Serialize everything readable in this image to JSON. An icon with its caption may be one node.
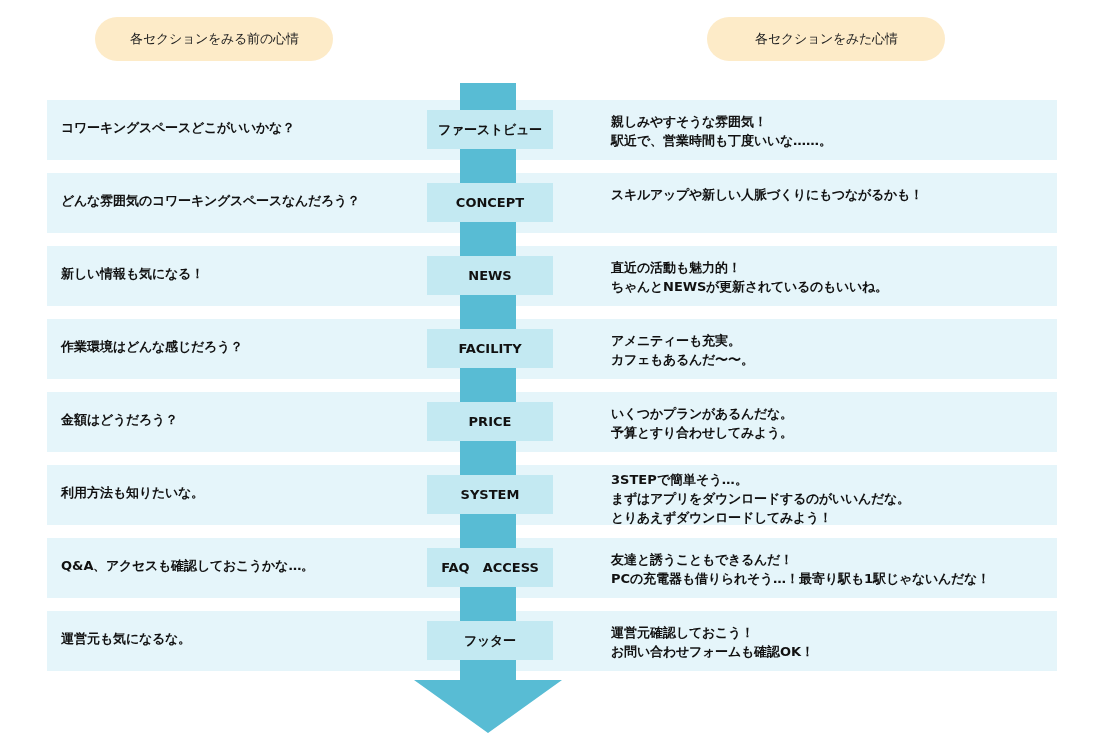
{
  "diagram": {
    "nodes": [
      {
        "text": [
          "各セクションをみる前の心情"
        ]
      },
      {
        "text": [
          "各セクションをみた心情"
        ]
      },
      {
        "text": [
          "コワーキングスペースどこがいいかな？",
          "親しみやすそうな雰囲気！",
          "駅近で、営業時間も丁度いいな……。"
        ]
      },
      {
        "text": [
          "ファーストビュー"
        ],
        "in": 2
      },
      {
        "text": [
          "どんな雰囲気のコワーキングスペースなんだろう？",
          "スキルアップや新しい人脈づくりにもつながるかも！"
        ]
      },
      {
        "text": [
          "CONCEPT"
        ],
        "in": 4
      },
      {
        "text": [
          "新しい情報も気になる！",
          "直近の活動も魅力的！",
          "ちゃんとNEWSが更新されているのもいいね。"
        ]
      },
      {
        "text": [
          "NEWS"
        ],
        "in": 6
      },
      {
        "text": [
          "作業環境はどんな感じだろう？",
          "アメニティーも充実。",
          "カフェもあるんだ〜〜。"
        ]
      },
      {
        "text": [
          "FACILITY"
        ],
        "in": 8
      },
      {
        "text": [
          "金額はどうだろう？",
          "いくつかプランがあるんだな。",
          "予算とすり合わせしてみよう。"
        ]
      },
      {
        "text": [
          "PRICE"
        ],
        "in": 10
      },
      {
        "text": [
          "利用方法も知りたいな。",
          "3STEPで簡単そう…。",
          "まずはアプリをダウンロードするのがいいんだな。",
          "とりあえずダウンロードしてみよう！"
        ]
      },
      {
        "text": [
          "SYSTEM"
        ],
        "in": 12
      },
      {
        "text": [
          "Q&A、アクセスも確認しておこうかな…。",
          "友達と誘うこともできるんだ！",
          "PCの充電器も借りられそう…！最寄り駅も1駅じゃないんだな！"
        ]
      },
      {
        "text": [
          "FAQ　ACCESS"
        ],
        "in": 14
      },
      {
        "text": [
          "運営元も気になるな。",
          "運営元確認しておこう！",
          "お問い合わせフォームも確認OK！"
        ]
      },
      {
        "text": [
          "フッター"
        ],
        "in": 16
      }
    ]
  }
}
